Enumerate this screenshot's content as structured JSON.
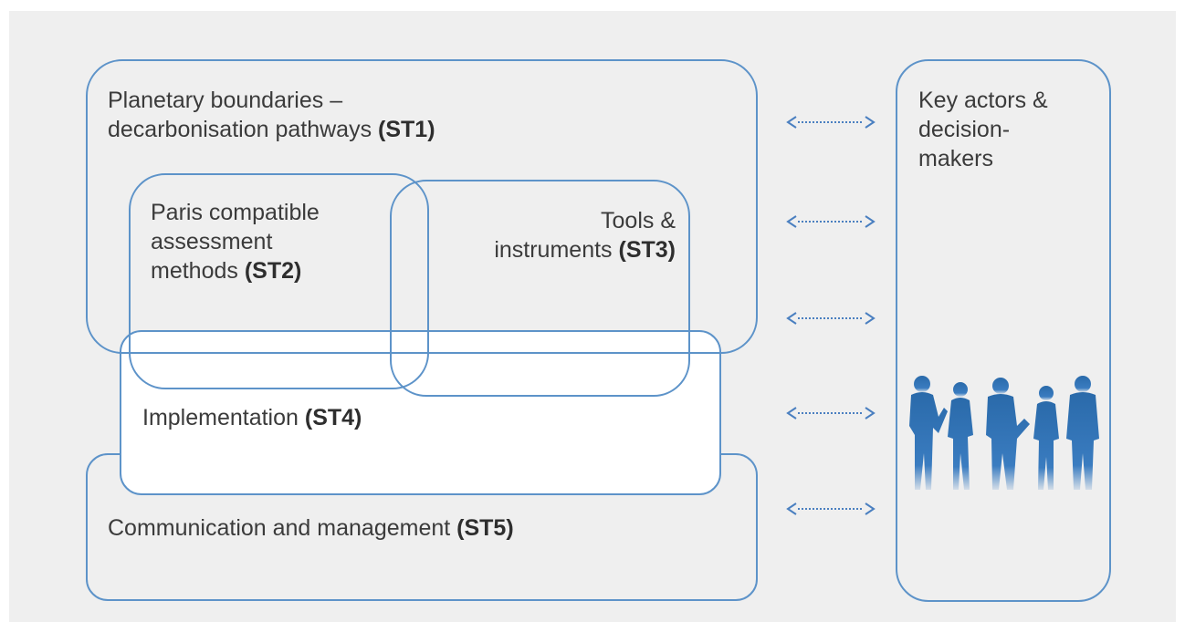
{
  "diagram": {
    "st1": {
      "line1": "Planetary boundaries –",
      "line2": "decarbonisation pathways ",
      "tag": "(ST1)"
    },
    "st2": {
      "line1": "Paris compatible",
      "line2": "assessment",
      "line3": "methods ",
      "tag": "(ST2)"
    },
    "st3": {
      "line1": "Tools &",
      "line2": "instruments ",
      "tag": "(ST3)"
    },
    "st4": {
      "text": "Implementation ",
      "tag": "(ST4)"
    },
    "st5": {
      "text": "Communication and management ",
      "tag": "(ST5)"
    },
    "actors": {
      "line1": "Key actors &",
      "line2": "decision-",
      "line3": "makers"
    },
    "colors": {
      "border": "#5d93c9",
      "arrow": "#4a7fc0",
      "background": "#efefef",
      "figures": "#2a6aaa"
    },
    "icons": [
      "double-arrow-icon",
      "people-silhouette-icon"
    ]
  }
}
